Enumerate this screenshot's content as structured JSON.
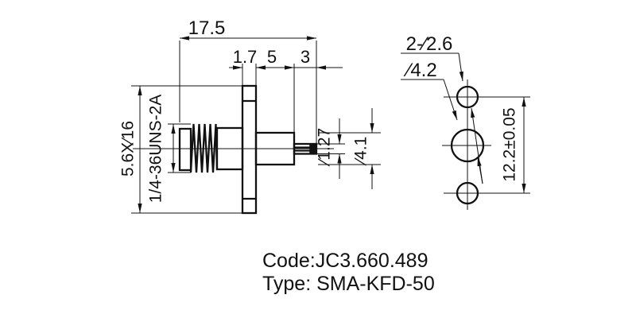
{
  "drawing": {
    "side_view": {
      "dim_overall_length": "17.5",
      "dim_flange_thickness": "1.7",
      "dim_mid_length": "5",
      "dim_pin_length": "3",
      "label_flange": "5.6X∕16",
      "label_thread": "1/4-36UNS-2A",
      "dim_pin_diameter": "∕1.27",
      "dim_shaft_diameter": "∕4.1"
    },
    "end_view": {
      "label_mounting_holes": "2-∕2.6",
      "label_center_hole": "∕4.2",
      "dim_hole_spacing": "12.2±0.05"
    },
    "title_block": {
      "code_line": "Code:JC3.660.489",
      "type_line": "Type: SMA-KFD-50"
    },
    "colors": {
      "line": "#111111",
      "background": "#ffffff"
    }
  }
}
